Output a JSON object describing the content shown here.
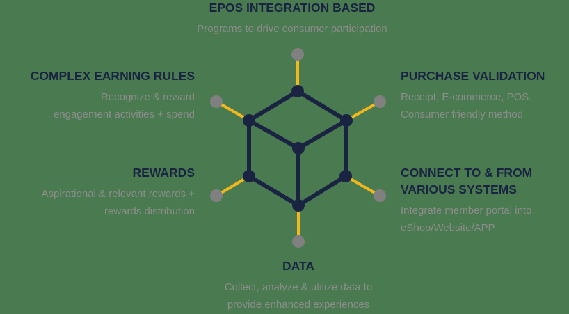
{
  "colors": {
    "background": "#4a7a50",
    "title": "#1a2442",
    "description": "#8c8c8c",
    "cube_lines": "#1a2442",
    "spokes": "#f5b81c",
    "outer_dots": "#808080"
  },
  "sections": {
    "top": {
      "title": "EPOS INTEGRATION BASED",
      "lines": [
        "Programs to drive consumer participation"
      ]
    },
    "upper_left": {
      "title": "COMPLEX EARNING RULES",
      "lines": [
        "Recognize & reward",
        "engagement activities + spend"
      ]
    },
    "upper_right": {
      "title": "PURCHASE VALIDATION",
      "lines": [
        "Receipt, E-commerce, POS.",
        "Consumer friendly method"
      ]
    },
    "lower_left": {
      "title": "REWARDS",
      "lines": [
        "Aspirational & relevant rewards +",
        "rewards distribution"
      ]
    },
    "lower_right": {
      "title_lines": [
        "CONNECT TO & FROM",
        "VARIOUS SYSTEMS"
      ],
      "lines": [
        "Integrate member portal into",
        "eShop/Website/APP"
      ]
    },
    "bottom": {
      "title": "DATA",
      "lines": [
        "Collect, analyze & utilize data to",
        "provide enhanced experiences"
      ]
    }
  },
  "icon": "hexagonal-cube-network-icon"
}
